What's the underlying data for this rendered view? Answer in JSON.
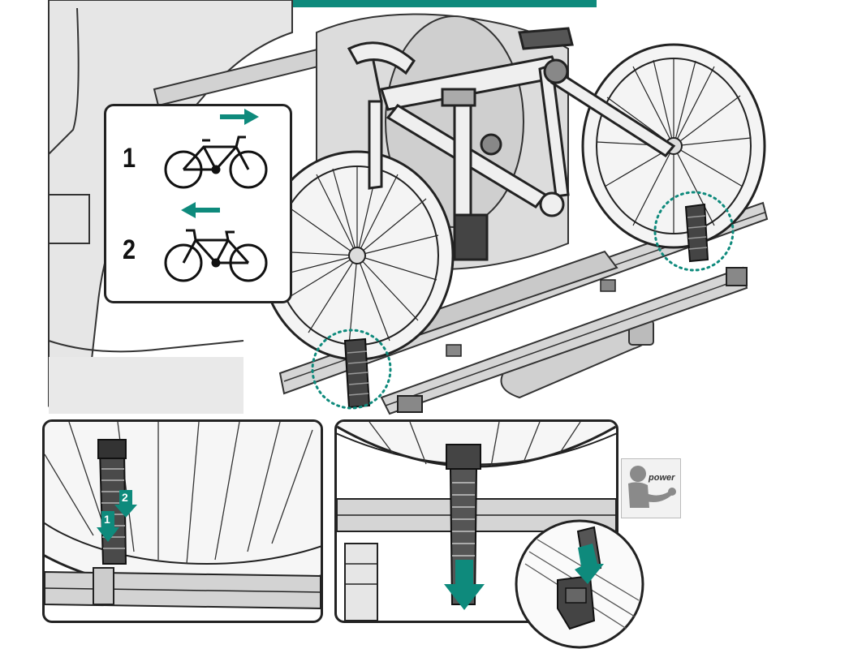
{
  "legend_panel": {
    "step1_number": "1",
    "step2_number": "2",
    "step1_arrow_direction": "right",
    "step2_arrow_direction": "left"
  },
  "detail_left": {
    "callout1": "1",
    "callout2": "2"
  },
  "power_badge": {
    "label": "power"
  },
  "colors": {
    "accent_teal": "#0e8a7c",
    "line": "#222222",
    "car_gray": "#d9d9d9",
    "rack_gray": "#c8c8c8"
  }
}
